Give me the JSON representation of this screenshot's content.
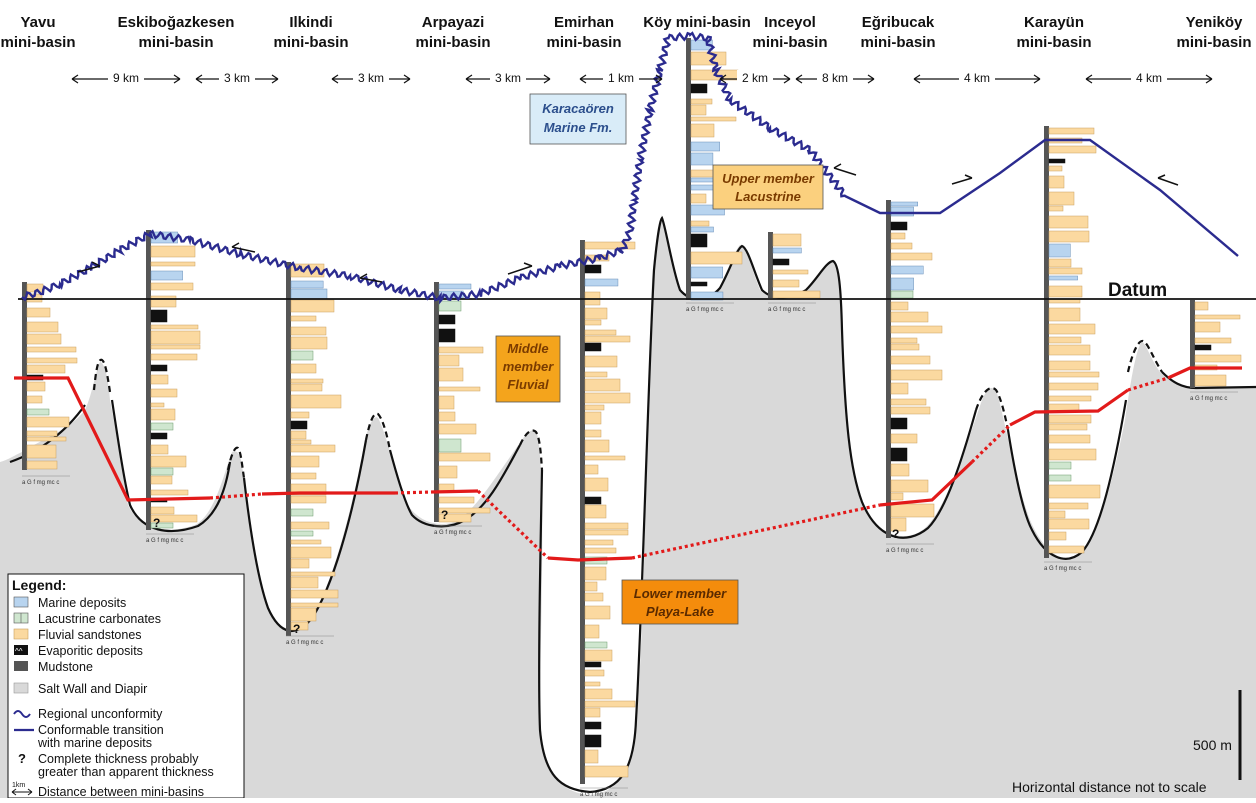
{
  "basins": [
    {
      "line1": "Yavu",
      "line2": "mini-basin"
    },
    {
      "line1": "Eskiboğazkesen",
      "line2": "mini-basin"
    },
    {
      "line1": "Ilkindi",
      "line2": "mini-basin"
    },
    {
      "line1": "Arpayazi",
      "line2": "mini-basin"
    },
    {
      "line1": "Emirhan",
      "line2": "mini-basin"
    },
    {
      "line1": "Köy mini-basin",
      "line2": ""
    },
    {
      "line1": "Inceyol",
      "line2": "mini-basin"
    },
    {
      "line1": "Eğribucak",
      "line2": "mini-basin"
    },
    {
      "line1": "Karayün",
      "line2": "mini-basin"
    },
    {
      "line1": "Yeniköy",
      "line2": "mini-basin"
    }
  ],
  "distances": [
    "9 km",
    "3 km",
    "3 km",
    "3 km",
    "1 km",
    "2 km",
    "8 km",
    "4 km",
    "4 km"
  ],
  "units": {
    "marine": {
      "line1": "Karacaören",
      "line2": "Marine Fm."
    },
    "upper": {
      "line1": "Upper member",
      "line2": "Lacustrine"
    },
    "middle": {
      "line1": "Middle",
      "line2": "member",
      "line3": "Fluvial"
    },
    "lower": {
      "line1": "Lower member",
      "line2": "Playa-Lake"
    }
  },
  "datum_label": "Datum",
  "question_mark": "?",
  "log_scale_label": "a G f mg mc c",
  "scale_bar_label": "500 m",
  "scale_note": "Horizontal distance not to scale",
  "legend": {
    "title": "Legend:",
    "items": [
      {
        "label": "Marine deposits",
        "icon": "marine-swatch"
      },
      {
        "label": "Lacustrine carbonates",
        "icon": "carbonate-swatch"
      },
      {
        "label": "Fluvial sandstones",
        "icon": "sandstone-swatch"
      },
      {
        "label": "Evaporitic deposits",
        "icon": "evaporite-swatch"
      },
      {
        "label": "Mudstone",
        "icon": "mudstone-swatch"
      },
      {
        "label": "Salt Wall and Diapir",
        "icon": "salt-swatch"
      },
      {
        "label": "Regional unconformity",
        "icon": "wavy-line-icon"
      },
      {
        "label": "Conformable transition",
        "label2": "with marine deposits",
        "icon": "straight-line-icon"
      },
      {
        "label": "Complete thickness probably",
        "label2": "greater than apparent thickness",
        "icon": "question-icon"
      },
      {
        "label": "Distance between mini-basins",
        "icon": "distance-arrow-icon",
        "icon_text": "1km"
      }
    ]
  },
  "colors": {
    "salt": "#d9d9d9",
    "sand": "#fbd9a0",
    "sand_stroke": "#c9a060",
    "marine": "#b8d4ef",
    "carbonate": "#cfe6cf",
    "unconformity": "#2b2b8f",
    "playa_line": "#e21a1a",
    "fluvial_box": "#f4a41c",
    "lacustrine_box": "#fbd07e",
    "playa_box": "#f48c0c",
    "marine_box": "#d9ecf8"
  }
}
